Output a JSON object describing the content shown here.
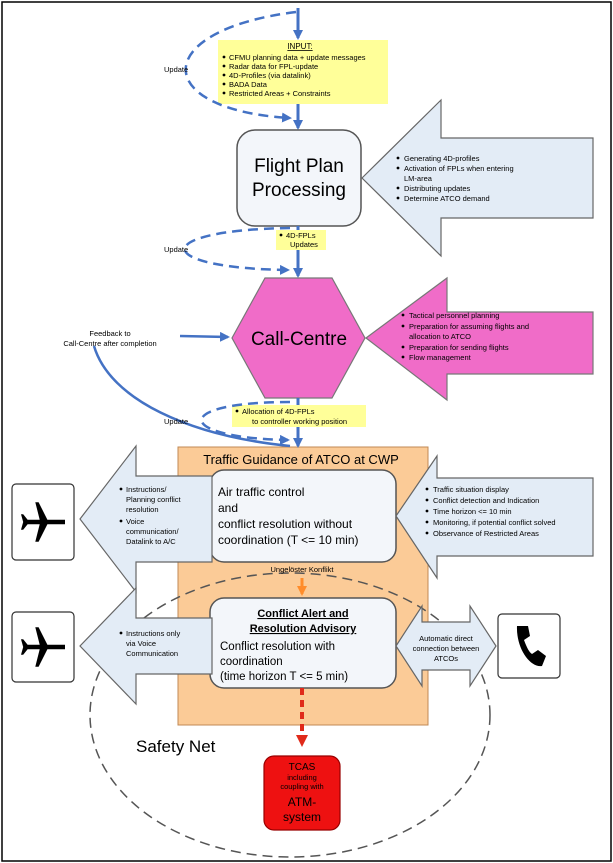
{
  "input": {
    "title": "INPUT:",
    "items": [
      "CFMU planning data + update messages",
      "Radar data for FPL-update",
      "4D-Profiles (via datalink)",
      "BADA Data",
      "Restricted Areas + Constraints"
    ]
  },
  "update_label": "Update",
  "flight_plan": {
    "line1": "Flight Plan",
    "line2": "Processing",
    "tasks": [
      "Generating 4D-profiles",
      "Activation of FPLs when entering",
      "LM-area",
      "Distributing updates",
      "Determine ATCO demand"
    ]
  },
  "fpl_updates": [
    "4D-FPLs",
    "Updates"
  ],
  "call_centre": {
    "label": "Call-Centre",
    "tasks": [
      "Tactical personnel planning",
      "Preparation for assuming flights and",
      "allocation to ATCO",
      "Preparation for sending flights",
      "Flow management"
    ]
  },
  "feedback": [
    "Feedback to",
    "Call-Centre after completion"
  ],
  "allocation": [
    "Allocation of 4D-FPLs",
    "to controller working position"
  ],
  "cwp": {
    "title": "Traffic Guidance of ATCO at CWP",
    "atc_lines": [
      "Air traffic control",
      "and",
      "conflict resolution without",
      "coordination (T <= 10 min)"
    ],
    "left_lines": [
      "Instructions/",
      "Planning conflict",
      "resolution",
      "Voice",
      "communication/",
      "Datalink to A/C"
    ],
    "right_tasks": [
      "Traffic situation display",
      "Conflict detection and Indication",
      "Time horizon <= 10 min",
      "Monitoring, if potential conflict solved",
      "Observance of Restricted Areas"
    ],
    "unresolved": "Ungelöster Konflikt"
  },
  "conflict": {
    "title1": "Conflict Alert and",
    "title2": "Resolution Advisory",
    "lines": [
      "Conflict resolution with",
      "coordination",
      "(time horizon T <= 5 min)"
    ],
    "left_lines": [
      "Instructions  only",
      "via Voice",
      "Communication"
    ],
    "right_lines": [
      "Automatic direct",
      "connection between",
      "ATCOs"
    ]
  },
  "safety_net": "Safety Net",
  "tcas": {
    "title": "TCAS",
    "lines": [
      "including",
      "coupling with"
    ],
    "atm": [
      "ATM-",
      "system"
    ]
  },
  "icons": [
    "airplane-icon",
    "airplane-icon",
    "telephone-icon"
  ],
  "colors": {
    "input_bg": "#ffff99",
    "box_bg": "#f3f6fa",
    "arrow_bg": "#e3ecf6",
    "hexagon": "#f06cc8",
    "cwp_bg": "#fbcb97",
    "tcas": "#ee1111",
    "connector": "#4472c4",
    "orange": "#ff8c2a"
  }
}
